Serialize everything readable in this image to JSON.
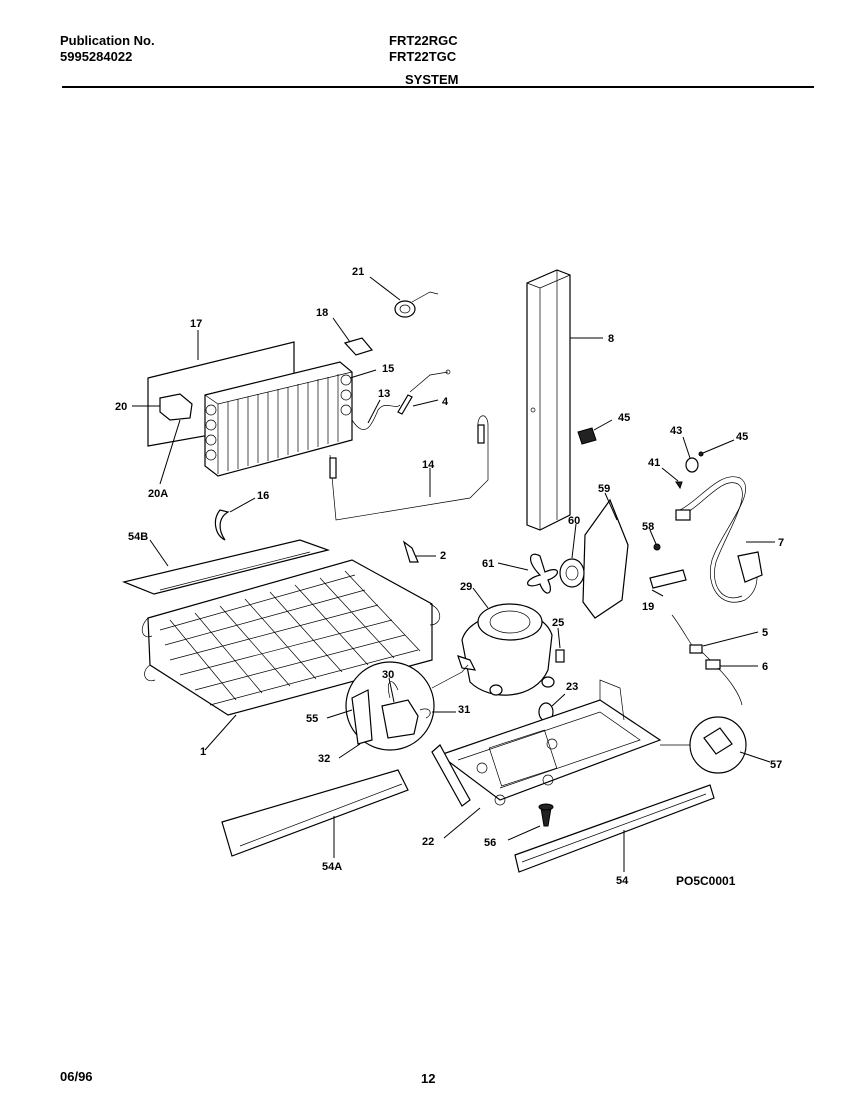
{
  "header": {
    "publication_label": "Publication No.",
    "publication_number": "5995284022",
    "model_1": "FRT22RGC",
    "model_2": "FRT22TGC",
    "section": "SYSTEM"
  },
  "callouts": [
    "21",
    "18",
    "17",
    "15",
    "13",
    "4",
    "20",
    "20A",
    "14",
    "16",
    "54B",
    "2",
    "8",
    "45",
    "43",
    "45",
    "41",
    "59",
    "60",
    "61",
    "58",
    "7",
    "29",
    "25",
    "19",
    "5",
    "6",
    "30",
    "55",
    "31",
    "23",
    "32",
    "1",
    "57",
    "54A",
    "22",
    "56",
    "54"
  ],
  "figure_code": "PO5C0001",
  "footer": {
    "date": "06/96",
    "page": "12"
  }
}
